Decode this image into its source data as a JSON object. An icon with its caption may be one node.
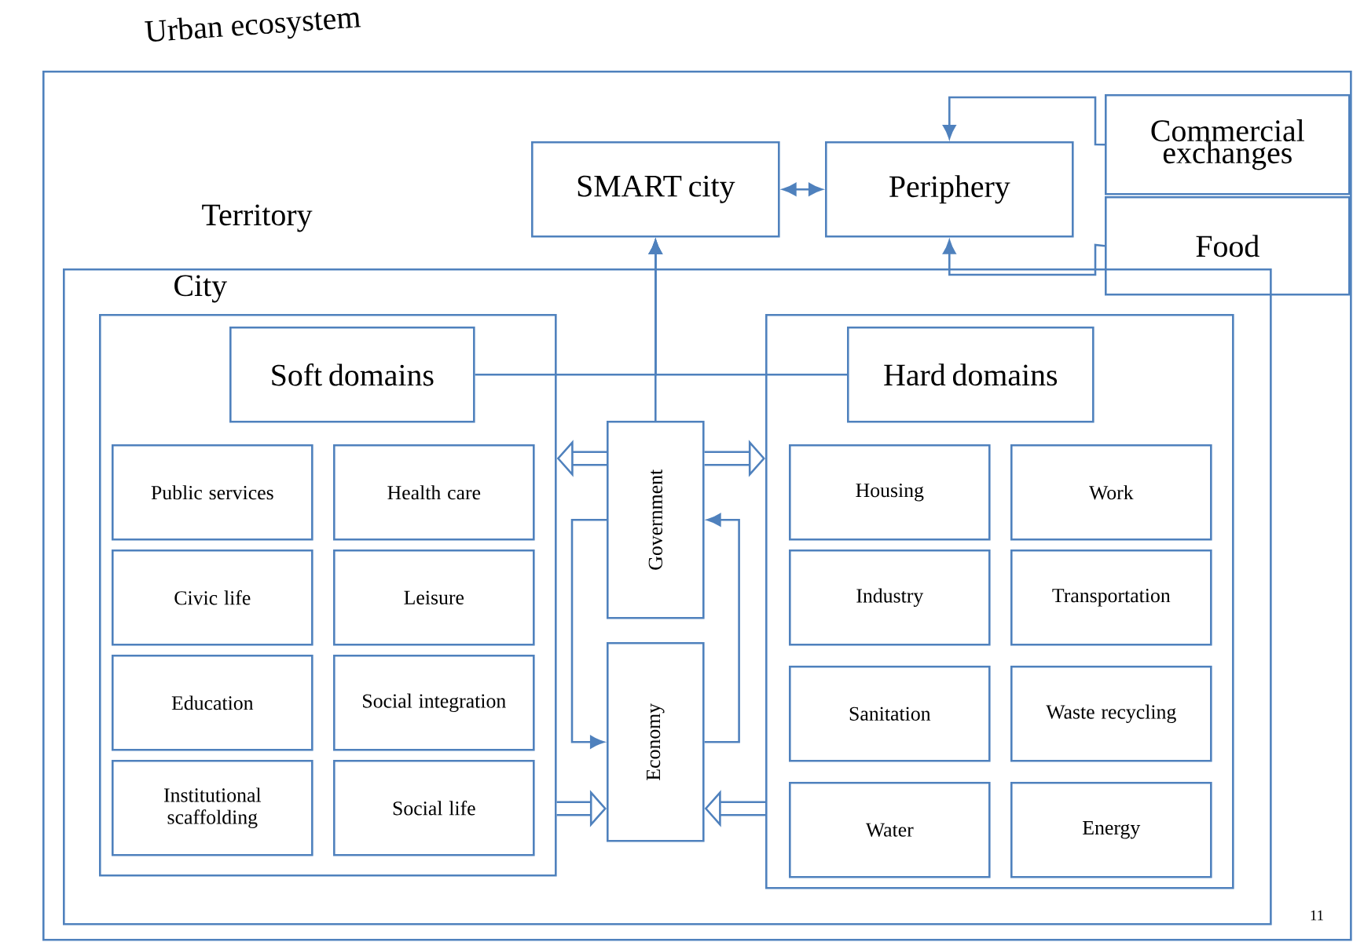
{
  "diagram": {
    "nodes": [
      {
        "text": [
          "Urban ecosystem",
          "Territory"
        ]
      },
      {
        "text": [
          "SMART city"
        ],
        "in": 0
      },
      {
        "text": [
          "Periphery"
        ],
        "in": 0
      },
      {
        "text": [
          "Commercial exchanges"
        ],
        "in": 0
      },
      {
        "text": [
          "Food"
        ],
        "in": 0
      },
      {
        "text": [
          "City"
        ],
        "in": 0
      },
      {
        "text": [],
        "shape": "box",
        "in": 5
      },
      {
        "text": [
          "Soft domains"
        ],
        "in": 6
      },
      {
        "text": [
          "Public services"
        ],
        "in": 6
      },
      {
        "text": [
          "Health care"
        ],
        "in": 6
      },
      {
        "text": [
          "Civic life"
        ],
        "in": 6
      },
      {
        "text": [
          "Leisure"
        ],
        "in": 6
      },
      {
        "text": [
          "Education"
        ],
        "in": 6
      },
      {
        "text": [
          "Social integration"
        ],
        "in": 6
      },
      {
        "text": [
          "Institutional scaffolding"
        ],
        "in": 6
      },
      {
        "text": [
          "Social life"
        ],
        "in": 6
      },
      {
        "text": [],
        "shape": "box",
        "in": 5
      },
      {
        "text": [
          "Hard domains"
        ],
        "in": 16
      },
      {
        "text": [
          "Housing"
        ],
        "in": 16
      },
      {
        "text": [
          "Work"
        ],
        "in": 16
      },
      {
        "text": [
          "Industry"
        ],
        "in": 16
      },
      {
        "text": [
          "Transportation"
        ],
        "in": 16
      },
      {
        "text": [
          "Sanitation"
        ],
        "in": 16
      },
      {
        "text": [
          "Waste recycling"
        ],
        "in": 16
      },
      {
        "text": [
          "Water"
        ],
        "in": 16
      },
      {
        "text": [
          "Energy"
        ],
        "in": 16
      },
      {
        "text": [
          "Government"
        ],
        "in": 5
      },
      {
        "text": [
          "Economy"
        ],
        "in": 5
      }
    ],
    "edges": [
      {
        "from": 7,
        "to": 1,
        "arrow": "to"
      },
      {
        "from": 17,
        "to": 1,
        "arrow": "to"
      },
      {
        "from": 26,
        "to": 1,
        "arrow": "to"
      },
      {
        "from": 1,
        "to": 2,
        "arrow": "both"
      },
      {
        "from": 3,
        "to": 2,
        "arrow": "to"
      },
      {
        "from": 4,
        "to": 2,
        "arrow": "to"
      },
      {
        "from": 26,
        "to": 27,
        "arrow": "to"
      },
      {
        "from": 27,
        "to": 26,
        "arrow": "to"
      },
      {
        "from": 26,
        "to": 6,
        "arrow": "to",
        "style": "thick"
      },
      {
        "from": 26,
        "to": 16,
        "arrow": "to",
        "style": "thick"
      },
      {
        "from": 6,
        "to": 27,
        "arrow": "to",
        "style": "thick"
      },
      {
        "from": 16,
        "to": 27,
        "arrow": "to",
        "style": "thick"
      }
    ],
    "labels": [
      "11"
    ]
  }
}
